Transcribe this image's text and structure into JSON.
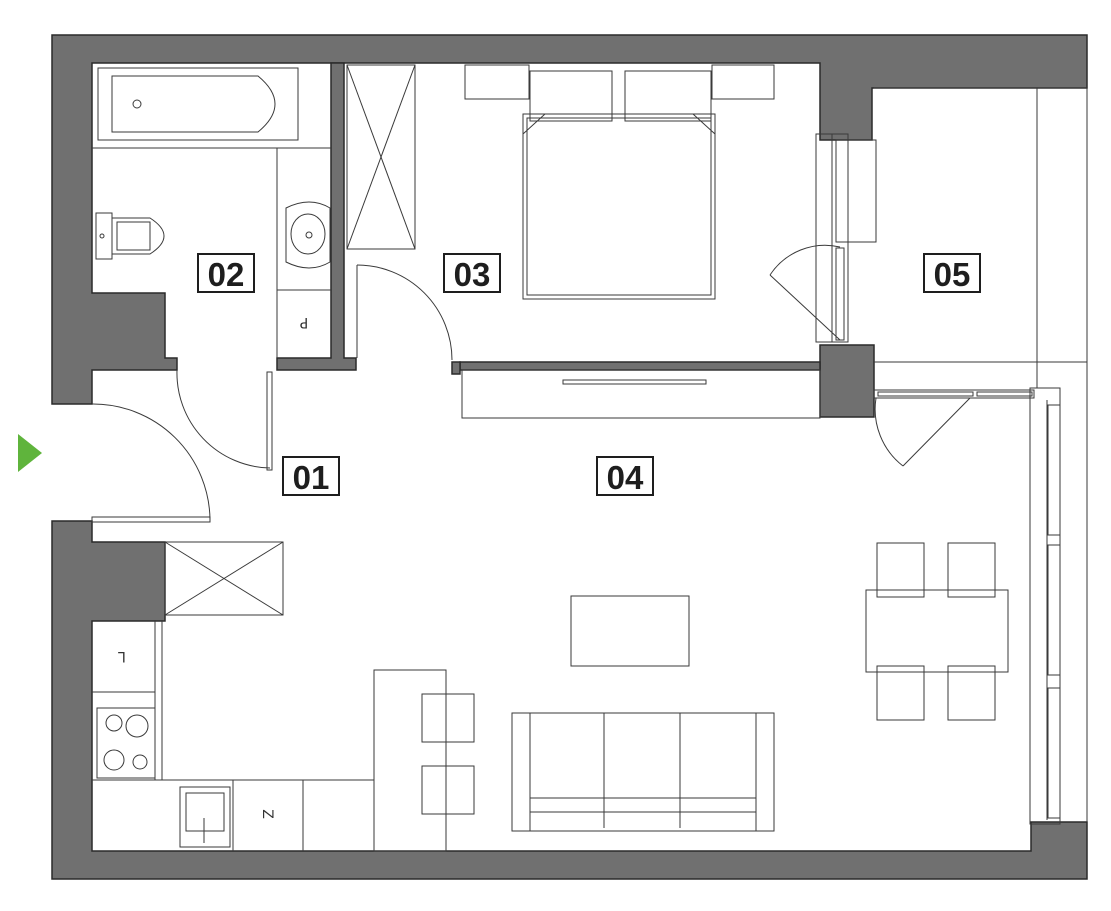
{
  "rooms": [
    {
      "id": "01",
      "label": "01"
    },
    {
      "id": "02",
      "label": "02"
    },
    {
      "id": "03",
      "label": "03"
    },
    {
      "id": "04",
      "label": "04"
    },
    {
      "id": "05",
      "label": "05"
    }
  ],
  "fixtures": {
    "boiler": "P",
    "fridge": "L",
    "dishwasher": "Z"
  },
  "colors": {
    "wall": "#707070",
    "line": "#3a3a3a",
    "entrance_arrow": "#5fb43c"
  },
  "icons": {
    "entrance": "entrance-arrow-icon"
  }
}
